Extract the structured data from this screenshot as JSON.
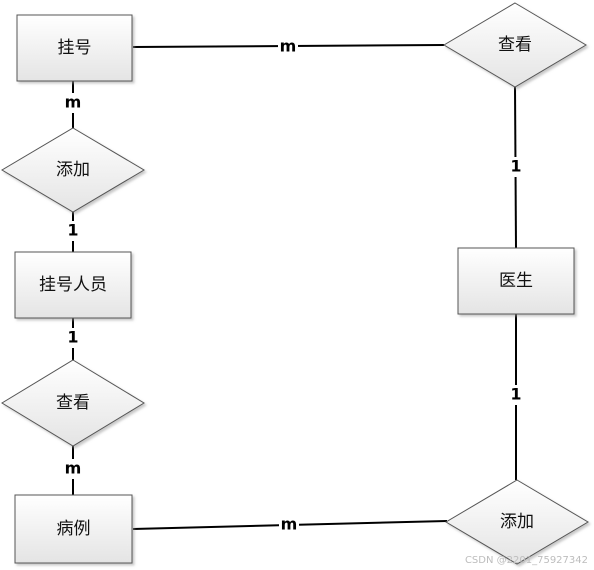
{
  "entities": {
    "guahao": "挂号",
    "guahao_staff": "挂号人员",
    "doctor": "医生",
    "case": "病例"
  },
  "relations": {
    "add_left": "添加",
    "view_left": "查看",
    "view_right": "查看",
    "add_right": "添加"
  },
  "cardinalities": {
    "guahao_to_view_right": "m",
    "guahao_to_add_left": "m",
    "add_left_to_staff": "1",
    "staff_to_view_left": "1",
    "view_left_to_case": "m",
    "view_right_to_doctor": "1",
    "doctor_to_add_right": "1",
    "case_to_add_right": "m"
  },
  "watermark": "CSDN @2201_75927342"
}
